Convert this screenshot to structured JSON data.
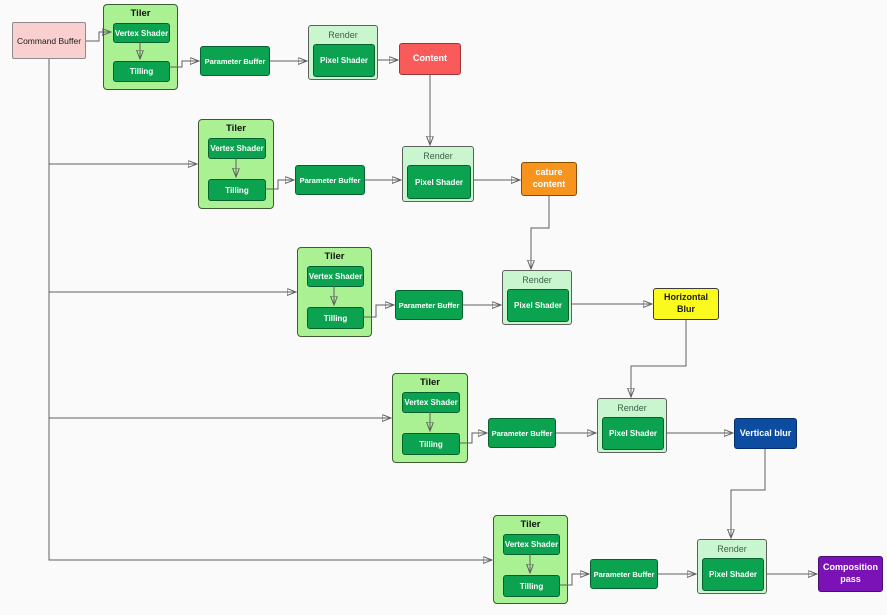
{
  "title": "Tile-based GPU rendering pipeline diagram",
  "colors": {
    "canvas-bg": "#fafafa",
    "cmd-fill": "#f9cfcf",
    "cmd-border": "#8c8c8c",
    "tiler-fill": "#aaf194",
    "tiler-border": "#3e5a33",
    "green-fill": "#0ca350",
    "green-border": "#07602f",
    "render-fill": "#c9f6cf",
    "render-border": "#5f5f5f",
    "render-label": "#41614a",
    "wire": "#606060",
    "arrow": "#1a1a1a"
  },
  "command_buffer": {
    "label": "Command Buffer"
  },
  "rows": [
    {
      "tiler_label": "Tiler",
      "vertex_shader_label": "Vertex Shader",
      "tilling_label": "Tilling",
      "parameter_buffer_label": "Parameter Buffer",
      "render_label": "Render",
      "pixel_shader_label": "Pixel Shader",
      "output": {
        "label": "Content",
        "fill": "#f95b5b",
        "text_color": "#ffffff",
        "border": "#9c3535"
      }
    },
    {
      "tiler_label": "Tiler",
      "vertex_shader_label": "Vertex Shader",
      "tilling_label": "Tilling",
      "parameter_buffer_label": "Parameter Buffer",
      "render_label": "Render",
      "pixel_shader_label": "Pixel Shader",
      "output": {
        "label": "cature content",
        "fill": "#f7941e",
        "text_color": "#ffffff",
        "border": "#845000"
      }
    },
    {
      "tiler_label": "Tiler",
      "vertex_shader_label": "Vertex Shader",
      "tilling_label": "Tilling",
      "parameter_buffer_label": "Parameter Buffer",
      "render_label": "Render",
      "pixel_shader_label": "Pixel Shader",
      "output": {
        "label": "Horizontal Blur",
        "fill": "#fafa1e",
        "text_color": "#1a1a1a",
        "border": "#3c3c3c"
      }
    },
    {
      "tiler_label": "Tiler",
      "vertex_shader_label": "Vertex Shader",
      "tilling_label": "Tilling",
      "parameter_buffer_label": "Parameter Buffer",
      "render_label": "Render",
      "pixel_shader_label": "Pixel Shader",
      "output": {
        "label": "Vertical blur",
        "fill": "#0c4da2",
        "text_color": "#ffffff",
        "border": "#062f66"
      }
    },
    {
      "tiler_label": "Tiler",
      "vertex_shader_label": "Vertex Shader",
      "tilling_label": "Tilling",
      "parameter_buffer_label": "Parameter Buffer",
      "render_label": "Render",
      "pixel_shader_label": "Pixel Shader",
      "output": {
        "label": "Composition pass",
        "fill": "#7a12b5",
        "text_color": "#ffffff",
        "border": "#47106b"
      }
    }
  ]
}
